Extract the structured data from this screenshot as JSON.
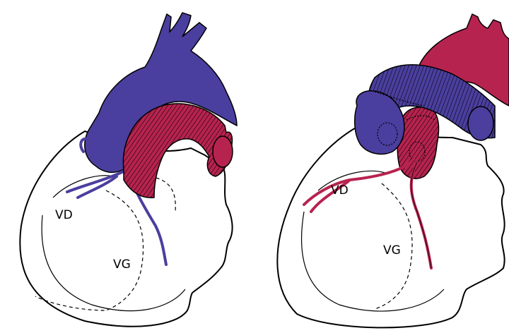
{
  "left_panel": {
    "label_vd": "VD",
    "label_vg": "VG"
  },
  "right_panel": {
    "label_vd": "VD",
    "label_vg": "VG"
  },
  "colors": {
    "blue": "#4a3f9e",
    "red": "#b7234f",
    "outline": "#000000",
    "background": "#ffffff"
  }
}
